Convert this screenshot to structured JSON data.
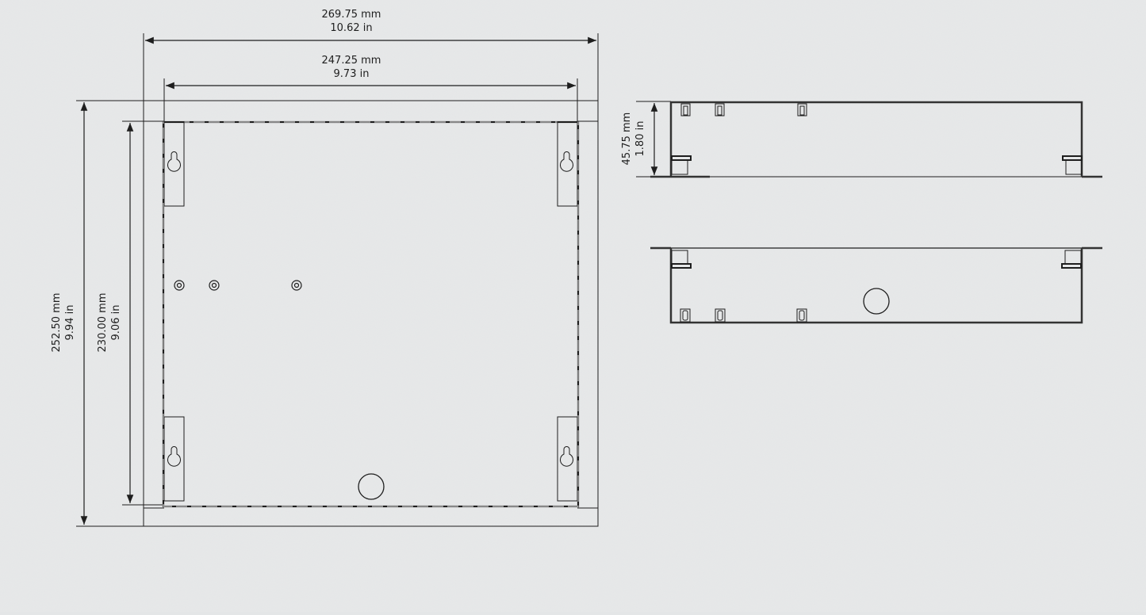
{
  "colors": {
    "background": "#e4e6e7",
    "line": "#1e1e1e",
    "dash": "#f2f2f2"
  },
  "front_view": {
    "overall_width": {
      "mm": "269.75 mm",
      "in": "10.62 in"
    },
    "inner_width": {
      "mm": "247.25 mm",
      "in": "9.73 in"
    },
    "overall_height": {
      "mm": "252.50 mm",
      "in": "9.94 in"
    },
    "inner_height": {
      "mm": "230.00 mm",
      "in": "9.06 in"
    },
    "features": [
      "keyhole-slot-top-left",
      "keyhole-slot-top-right",
      "keyhole-slot-bottom-left",
      "keyhole-slot-bottom-right",
      "mounting-hole-1",
      "mounting-hole-2",
      "mounting-hole-3",
      "cable-knockout"
    ]
  },
  "side_view_top": {
    "depth": {
      "mm": "45.75 mm",
      "in": "1.80 in"
    }
  },
  "side_view_bottom": {
    "features": [
      "cable-knockout"
    ]
  }
}
